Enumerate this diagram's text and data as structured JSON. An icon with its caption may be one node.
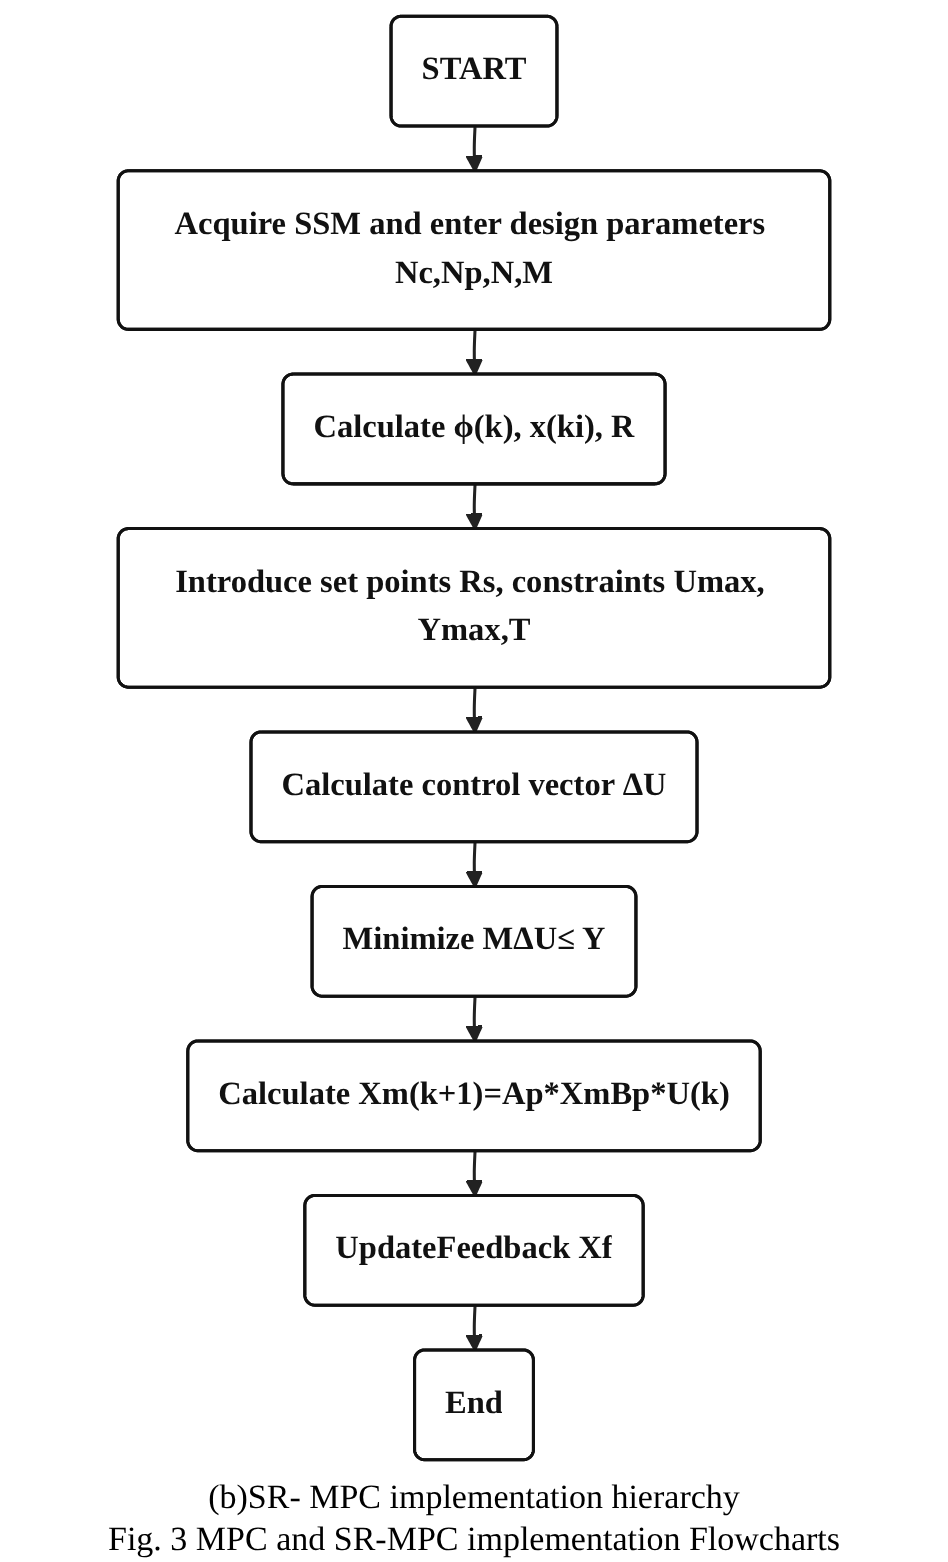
{
  "diagram": {
    "caption": "Fig. 3 MPC and SR-MPC implementation Flowcharts",
    "nodes": [
      {
        "text": [
          "START"
        ]
      },
      {
        "text": [
          "Acquire SSM and enter design parameters Nc,Np,N,M"
        ]
      },
      {
        "text": [
          "Calculate ϕ(k), x(ki), R"
        ]
      },
      {
        "text": [
          "Introduce set points Rs, constraints Umax, Ymax,T"
        ]
      },
      {
        "text": [
          "Calculate control vector ΔU"
        ]
      },
      {
        "text": [
          "Minimize MΔU≤ Y"
        ]
      },
      {
        "text": [
          "Calculate Xm(k+1)=Ap*XmBp*U(k)"
        ]
      },
      {
        "text": [
          "UpdateFeedback Xf"
        ]
      },
      {
        "text": [
          "End"
        ]
      }
    ],
    "edges": [
      {
        "from": 0,
        "to": 1,
        "arrow": "to"
      },
      {
        "from": 1,
        "to": 2,
        "arrow": "to"
      },
      {
        "from": 2,
        "to": 3,
        "arrow": "to"
      },
      {
        "from": 3,
        "to": 4,
        "arrow": "to"
      },
      {
        "from": 4,
        "to": 5,
        "arrow": "to"
      },
      {
        "from": 5,
        "to": 6,
        "arrow": "to"
      },
      {
        "from": 6,
        "to": 7,
        "arrow": "to"
      },
      {
        "from": 7,
        "to": 8,
        "arrow": "to"
      }
    ],
    "labels": [
      "(b)SR- MPC implementation hierarchy"
    ]
  }
}
